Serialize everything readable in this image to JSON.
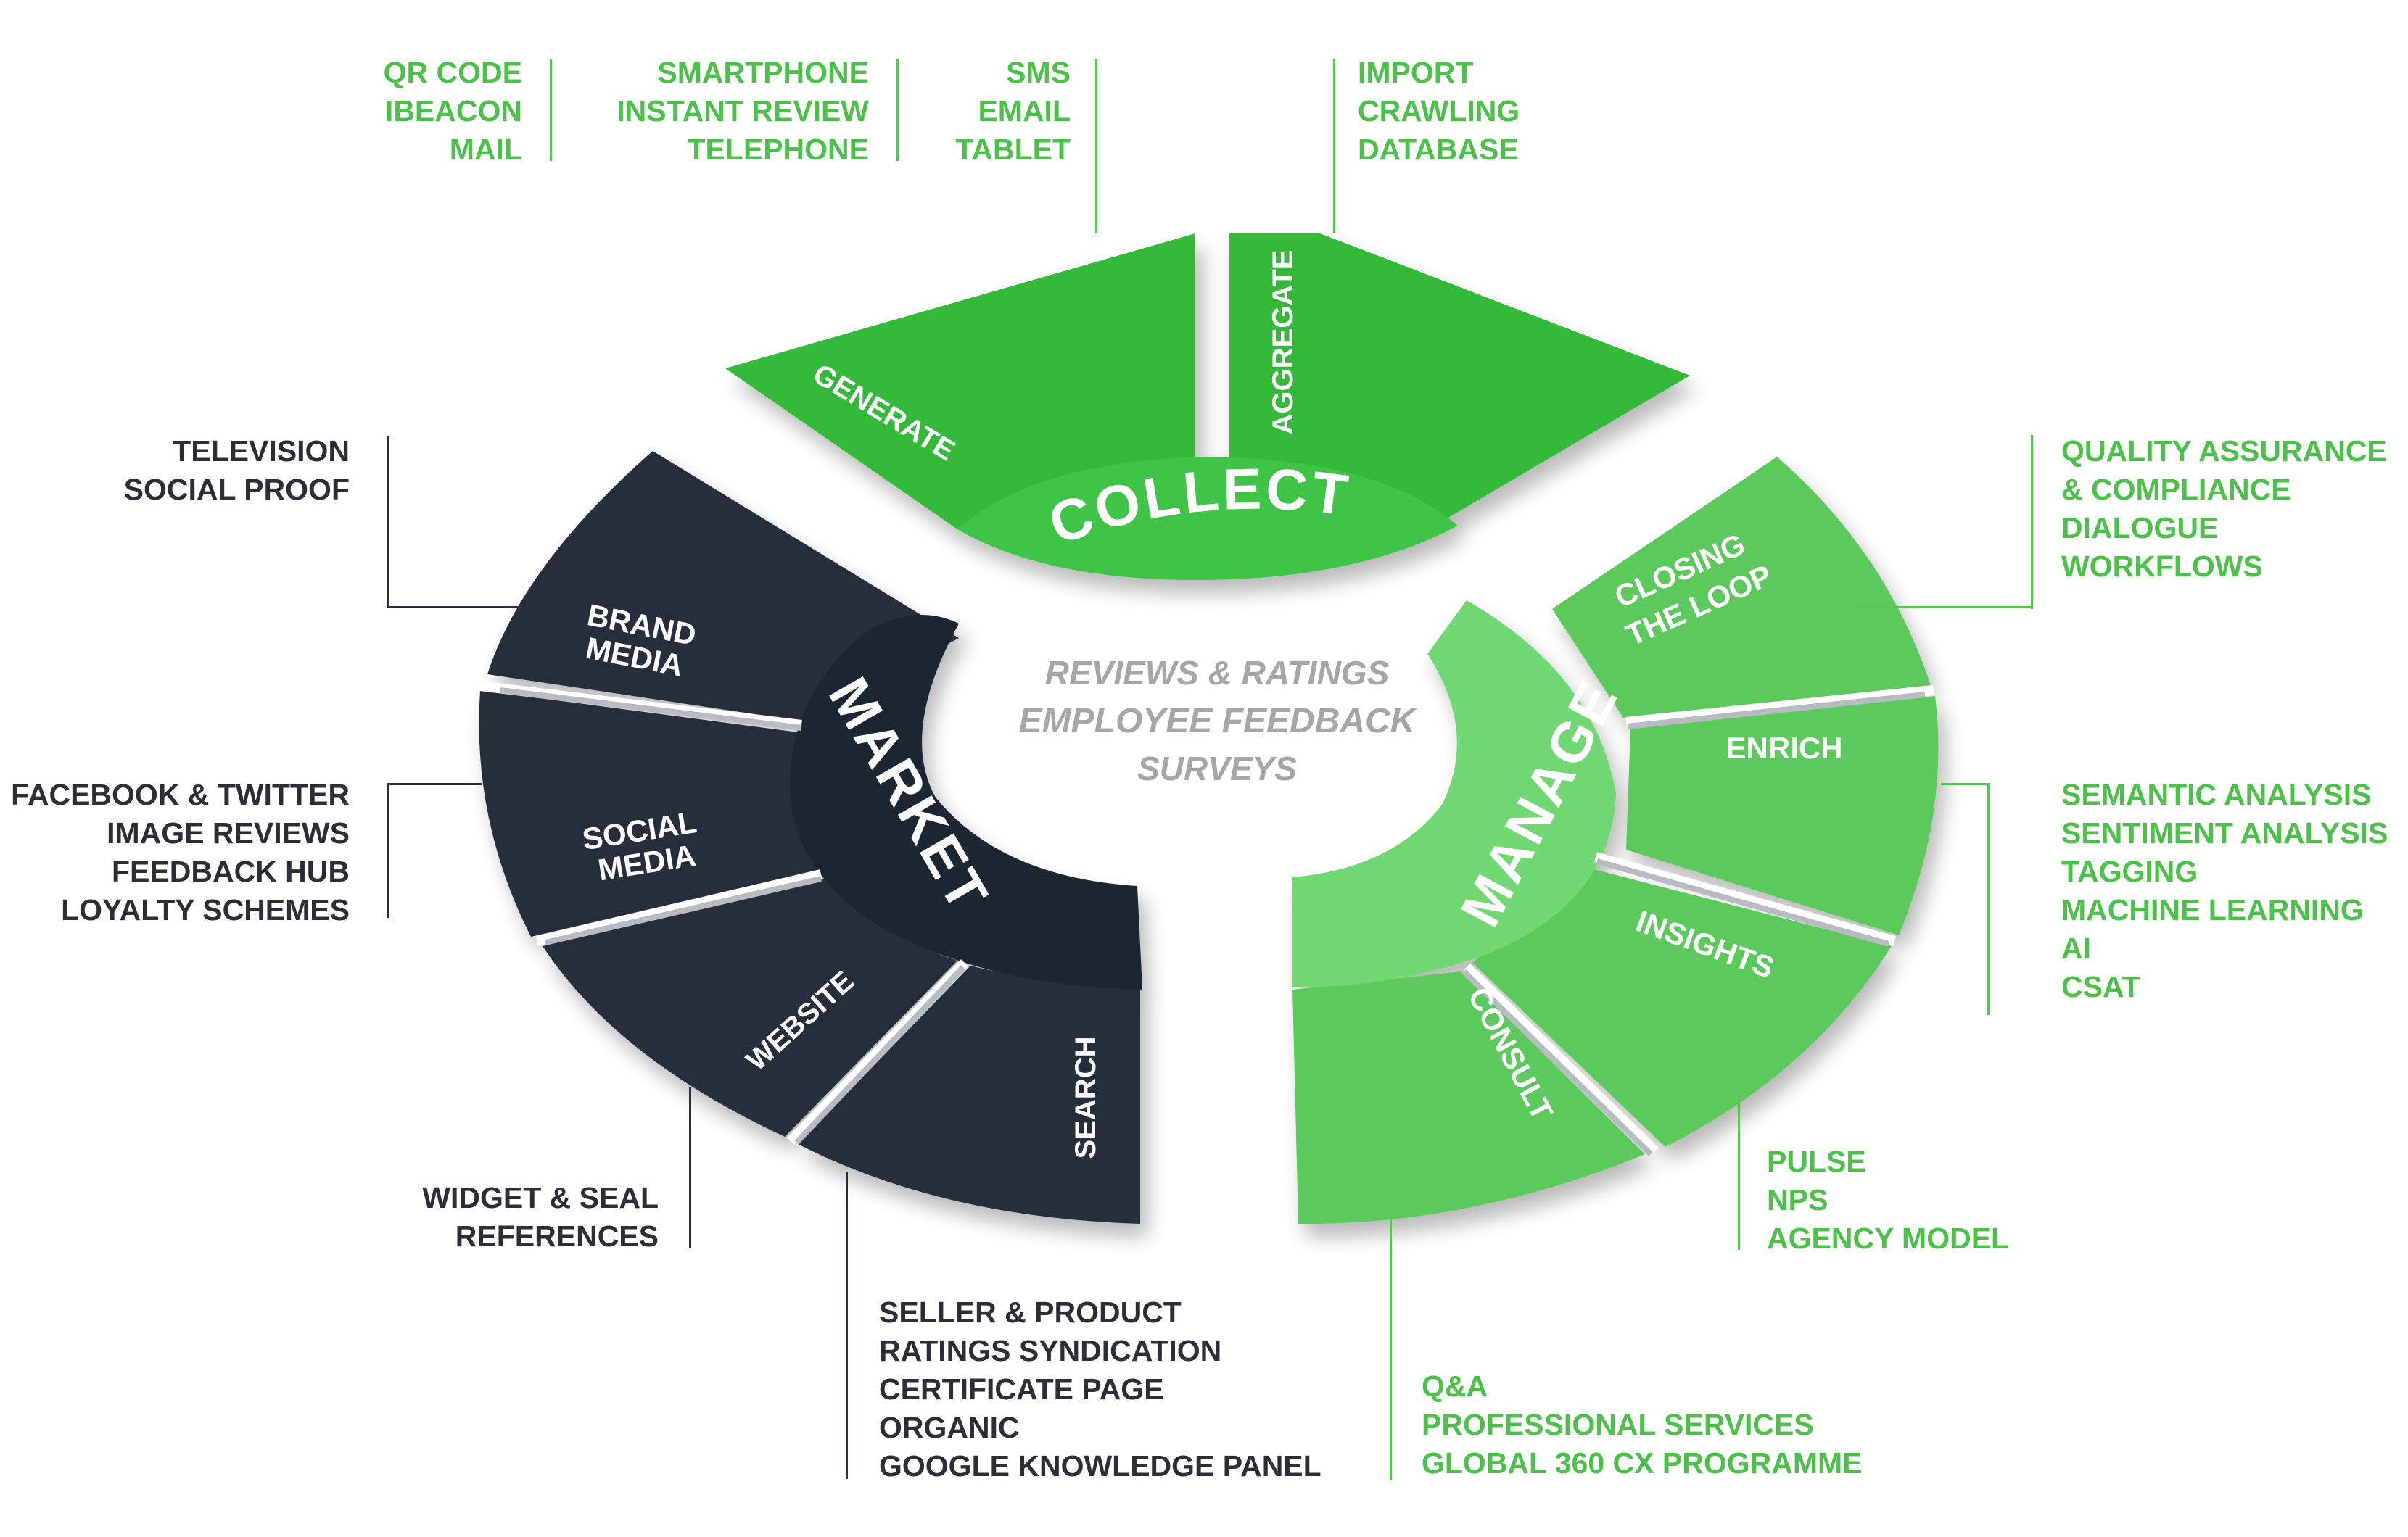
{
  "center": {
    "lines": [
      "REVIEWS & RATINGS",
      "EMPLOYEE FEEDBACK",
      "SURVEYS"
    ]
  },
  "phases": {
    "collect": "COLLECT",
    "manage": "MANAGE",
    "market": "MARKET"
  },
  "segments": {
    "generate": "GENERATE",
    "aggregate": "AGGREGATE",
    "closing_line1": "CLOSING",
    "closing_line2": "THE LOOP",
    "enrich": "ENRICH",
    "insights": "INSIGHTS",
    "consult": "CONSULT",
    "brand_line1": "BRAND",
    "brand_line2": "MEDIA",
    "social_line1": "SOCIAL",
    "social_line2": "MEDIA",
    "website": "WEBSITE",
    "search": "SEARCH"
  },
  "lists": {
    "qr": [
      "QR CODE",
      "IBEACON",
      "MAIL"
    ],
    "smartphone": [
      "SMARTPHONE",
      "INSTANT REVIEW",
      "TELEPHONE"
    ],
    "sms": [
      "SMS",
      "EMAIL",
      "TABLET"
    ],
    "import": [
      "IMPORT",
      "CRAWLING",
      "DATABASE"
    ],
    "quality": [
      "QUALITY ASSURANCE",
      "& COMPLIANCE",
      "DIALOGUE",
      "WORKFLOWS"
    ],
    "semantic": [
      "SEMANTIC ANALYSIS",
      "SENTIMENT ANALYSIS",
      "TAGGING",
      "MACHINE LEARNING",
      "AI",
      "CSAT"
    ],
    "pulse": [
      "PULSE",
      "NPS",
      "AGENCY MODEL"
    ],
    "qa": [
      "Q&A",
      "PROFESSIONAL SERVICES",
      "GLOBAL 360 CX PROGRAMME"
    ],
    "television": [
      "TELEVISION",
      "SOCIAL PROOF"
    ],
    "facebook": [
      "FACEBOOK & TWITTER",
      "IMAGE REVIEWS",
      "FEEDBACK HUB",
      "LOYALTY SCHEMES"
    ],
    "widget": [
      "WIDGET & SEAL",
      "REFERENCES"
    ],
    "seller": [
      "SELLER & PRODUCT",
      "RATINGS SYNDICATION",
      "CERTIFICATE PAGE",
      "ORGANIC",
      "GOOGLE KNOWLEDGE PANEL"
    ]
  },
  "colors": {
    "collect_outer": "#34b93a",
    "collect_band": "#41c446",
    "manage_outer": "#5cc95d",
    "manage_band": "#72d873",
    "market_outer": "#282f3a",
    "market_band": "#1f2530",
    "center_text": "#a6a6a6",
    "list_green": "#4cc14a",
    "list_dark": "#2a2e36"
  }
}
